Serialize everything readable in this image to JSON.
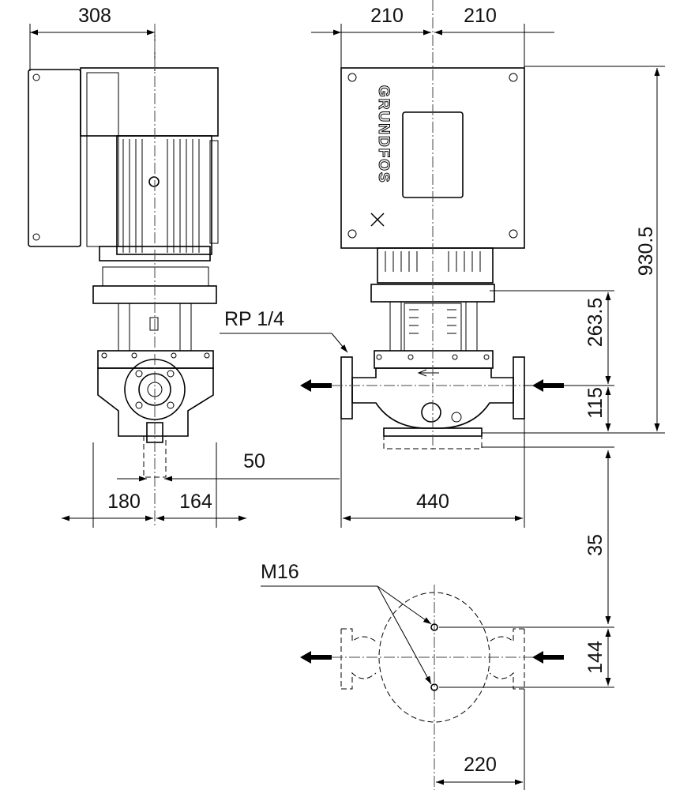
{
  "dimensions": {
    "side_width": "308",
    "front_half_left": "210",
    "front_half_right": "210",
    "total_height": "930.5",
    "flange_to_shaft": "263.5",
    "port_height": "115",
    "foot_offset": "35",
    "bolt_spacing_vertical": "144",
    "bolt_spacing_horizontal": "220",
    "side_left": "180",
    "side_right": "164",
    "gap": "50",
    "port_to_port": "440"
  },
  "callouts": {
    "vent_plug": "RP 1/4",
    "bolt_thread": "M16"
  },
  "logo_text": "GRUNDFOS"
}
